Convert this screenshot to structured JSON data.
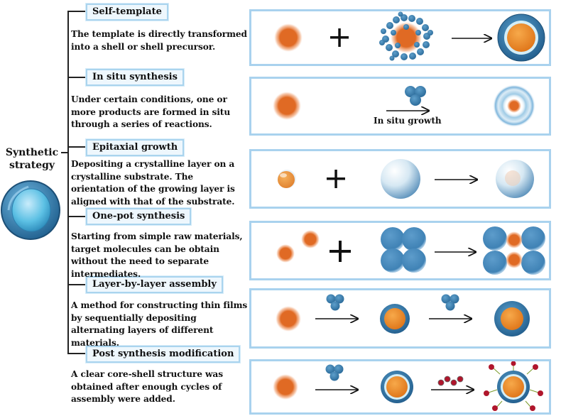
{
  "root": {
    "title": "Synthetic\nstrategy"
  },
  "strategies": [
    {
      "label": "Self-template",
      "description": "The template is directly transformed into a shell or shell precursor."
    },
    {
      "label": "In situ synthesis",
      "description": "Under certain conditions, one or more products are formed in situ through a series of reactions.",
      "arrow_label": "In situ growth"
    },
    {
      "label": "Epitaxial growth",
      "description": "Depositing a crystalline layer on a crystalline substrate. The orientation of the growing layer is aligned with that of the substrate."
    },
    {
      "label": "One-pot synthesis",
      "description": "Starting from simple raw materials, target molecules can be obtain without the need to separate intermediates."
    },
    {
      "label": "Layer-by-layer assembly",
      "description": "A method for constructing thin films by sequentially depositing alternating layers of different materials."
    },
    {
      "label": "Post synthesis modification",
      "description": "A clear core-shell structure was obtained after enough cycles of assembly were added."
    }
  ],
  "colors": {
    "core": "#d9621c",
    "shell": "#3f88b8",
    "shell_light": "#8cc6e8",
    "panel_border": "#a9d2ee",
    "label_bg": "#eef7fd",
    "modifier": "#b0162c"
  }
}
